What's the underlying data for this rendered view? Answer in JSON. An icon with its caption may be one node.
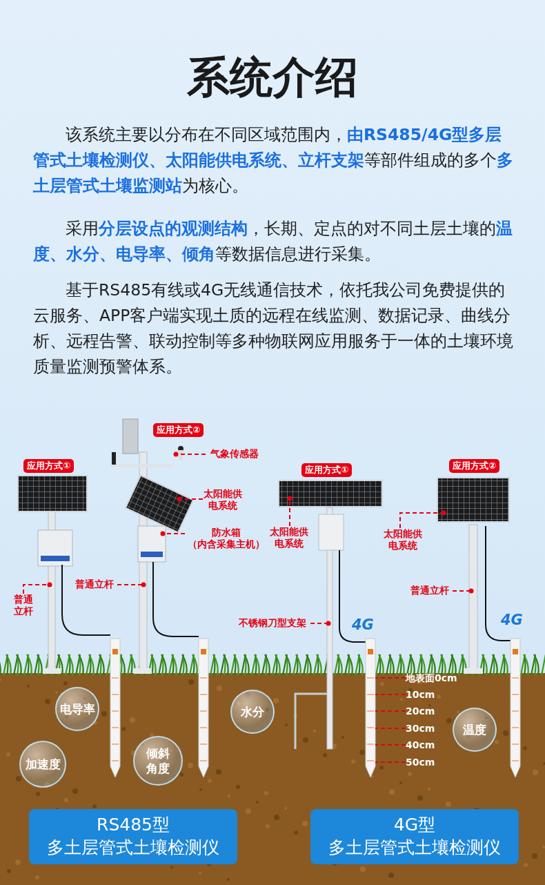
{
  "diagram": {
    "title": "系统介绍",
    "nodes": [
      {
        "text": [
          "气象传感器"
        ]
      },
      {
        "text": [
          "太阳能供电系统"
        ]
      },
      {
        "text": [
          "防水箱（内含采集主机）"
        ]
      },
      {
        "text": [
          "普通立杆"
        ]
      },
      {
        "text": [
          "普通立杆"
        ]
      },
      {
        "text": [
          "太阳能供电系统"
        ]
      },
      {
        "text": [
          "太阳能供电系统"
        ]
      },
      {
        "text": [
          "普通立杆"
        ]
      },
      {
        "text": [
          "不锈钢刀型支架"
        ]
      },
      {
        "text": [
          "地表面0cm"
        ]
      },
      {
        "text": [
          "10cm"
        ]
      },
      {
        "text": [
          "20cm"
        ]
      },
      {
        "text": [
          "30cm"
        ]
      },
      {
        "text": [
          "40cm"
        ]
      },
      {
        "text": [
          "50cm"
        ]
      },
      {
        "text": [
          "电导率"
        ]
      },
      {
        "text": [
          "水分"
        ]
      },
      {
        "text": [
          "温度"
        ]
      },
      {
        "text": [
          "加速度"
        ]
      },
      {
        "text": [
          "倾斜角度"
        ]
      },
      {
        "text": [
          "RS485型",
          "多土层管式土壤检测仪"
        ]
      },
      {
        "text": [
          "4G型",
          "多土层管式土壤检测仪"
        ]
      },
      {
        "text": [],
        "shape": "picture"
      }
    ],
    "edges": [
      {
        "from": 0,
        "to": null,
        "arrow": "other",
        "style": "dashed"
      },
      {
        "from": 1,
        "to": null,
        "arrow": "other",
        "style": "dashed"
      },
      {
        "from": 2,
        "to": null,
        "arrow": "other",
        "style": "dashed"
      },
      {
        "from": 3,
        "to": null,
        "arrow": "other",
        "style": "dashed"
      },
      {
        "from": 4,
        "to": null,
        "arrow": "other",
        "style": "dashed"
      },
      {
        "from": 5,
        "to": null,
        "arrow": "other",
        "style": "dashed"
      },
      {
        "from": 6,
        "to": null,
        "arrow": "other",
        "style": "dashed"
      },
      {
        "from": 7,
        "to": null,
        "arrow": "other",
        "style": "dashed"
      },
      {
        "from": 8,
        "to": null,
        "arrow": "other",
        "style": "dashed"
      },
      {
        "from": 9,
        "to": 22,
        "arrow": "none",
        "style": "dashed"
      },
      {
        "from": 10,
        "to": 22,
        "arrow": "none",
        "style": "dashed"
      },
      {
        "from": 11,
        "to": 22,
        "arrow": "none",
        "style": "dashed"
      },
      {
        "from": 12,
        "to": 22,
        "arrow": "none",
        "style": "dashed"
      },
      {
        "from": 13,
        "to": 22,
        "arrow": "none",
        "style": "dashed"
      },
      {
        "from": 14,
        "to": 22,
        "arrow": "none",
        "style": "dashed"
      }
    ],
    "labels": [
      "该系统主要以分布在不同区域范围内，**由RS485/4G型多层管式土壤检测仪、太阳能供电系统、立杆支架**等部件组成的多个**多土层管式土壤监测站**为核心。",
      "采用**分层设点的观测结构**，长期、定点的对不同土层土壤的**温度、水分、电导率、倾角**等数据信息进行采集。",
      "基于RS485有线或4G无线通信技术，依托我公司免费提供的云服务、APP客户端实现土质的远程在线监测、数据记录、曲线分析、远程告警、联动控制等多种物联网应用服务于一体的土壤环境质量监测预警体系。",
      "应用方式②",
      "应用方式①",
      "应用方式②",
      "应用方式①",
      "4G",
      "4G"
    ]
  }
}
